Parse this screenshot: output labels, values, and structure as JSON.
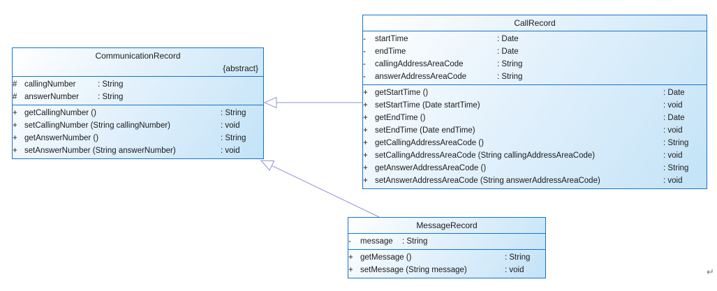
{
  "diagram": {
    "kind": "uml-class-diagram",
    "colors": {
      "box_border": "#1274cd",
      "box_fill_start": "#ffffff",
      "box_fill_end": "#c3e3f7",
      "inheritance_line": "#9191d8",
      "text": "#1a1a1a",
      "paragraph_mark_color": "#7a7a7a"
    },
    "classes": [
      {
        "name": "CommunicationRecord",
        "stereotype": "{abstract}",
        "attributes": [
          {
            "visibility": "#",
            "signature": "callingNumber",
            "type": ": String"
          },
          {
            "visibility": "#",
            "signature": "answerNumber",
            "type": ": String"
          }
        ],
        "methods": [
          {
            "visibility": "+",
            "signature": "getCallingNumber ()",
            "type": ": String"
          },
          {
            "visibility": "+",
            "signature": "setCallingNumber (String callingNumber)",
            "type": ": void"
          },
          {
            "visibility": "+",
            "signature": "getAnswerNumber ()",
            "type": ": String"
          },
          {
            "visibility": "+",
            "signature": "setAnswerNumber (String answerNumber)",
            "type": ": void"
          }
        ]
      },
      {
        "name": "CallRecord",
        "stereotype": "",
        "attributes": [
          {
            "visibility": "-",
            "signature": "startTime",
            "type": ": Date"
          },
          {
            "visibility": "-",
            "signature": "endTime",
            "type": ": Date"
          },
          {
            "visibility": "-",
            "signature": "callingAddressAreaCode",
            "type": ": String"
          },
          {
            "visibility": "-",
            "signature": "answerAddressAreaCode",
            "type": ": String"
          }
        ],
        "methods": [
          {
            "visibility": "+",
            "signature": "getStartTime ()",
            "type": ": Date"
          },
          {
            "visibility": "+",
            "signature": "setStartTime (Date startTime)",
            "type": ": void"
          },
          {
            "visibility": "+",
            "signature": "getEndTime ()",
            "type": ": Date"
          },
          {
            "visibility": "+",
            "signature": "setEndTime (Date endTime)",
            "type": ": void"
          },
          {
            "visibility": "+",
            "signature": "getCallingAddressAreaCode ()",
            "type": ": String"
          },
          {
            "visibility": "+",
            "signature": "setCallingAddressAreaCode (String callingAddressAreaCode)",
            "type": ": void"
          },
          {
            "visibility": "+",
            "signature": "getAnswerAddressAreaCode ()",
            "type": ": String"
          },
          {
            "visibility": "+",
            "signature": "setAnswerAddressAreaCode (String answerAddressAreaCode)",
            "type": ": void"
          }
        ]
      },
      {
        "name": "MessageRecord",
        "stereotype": "",
        "attributes": [
          {
            "visibility": "-",
            "signature": "message",
            "type": ": String"
          }
        ],
        "methods": [
          {
            "visibility": "+",
            "signature": "getMessage ()",
            "type": ": String"
          },
          {
            "visibility": "+",
            "signature": "setMessage (String message)",
            "type": ": void"
          }
        ]
      }
    ],
    "relations": [
      {
        "type": "generalization",
        "from": "CallRecord",
        "to": "CommunicationRecord"
      },
      {
        "type": "generalization",
        "from": "MessageRecord",
        "to": "CommunicationRecord"
      }
    ],
    "paragraph_mark": "↵"
  }
}
